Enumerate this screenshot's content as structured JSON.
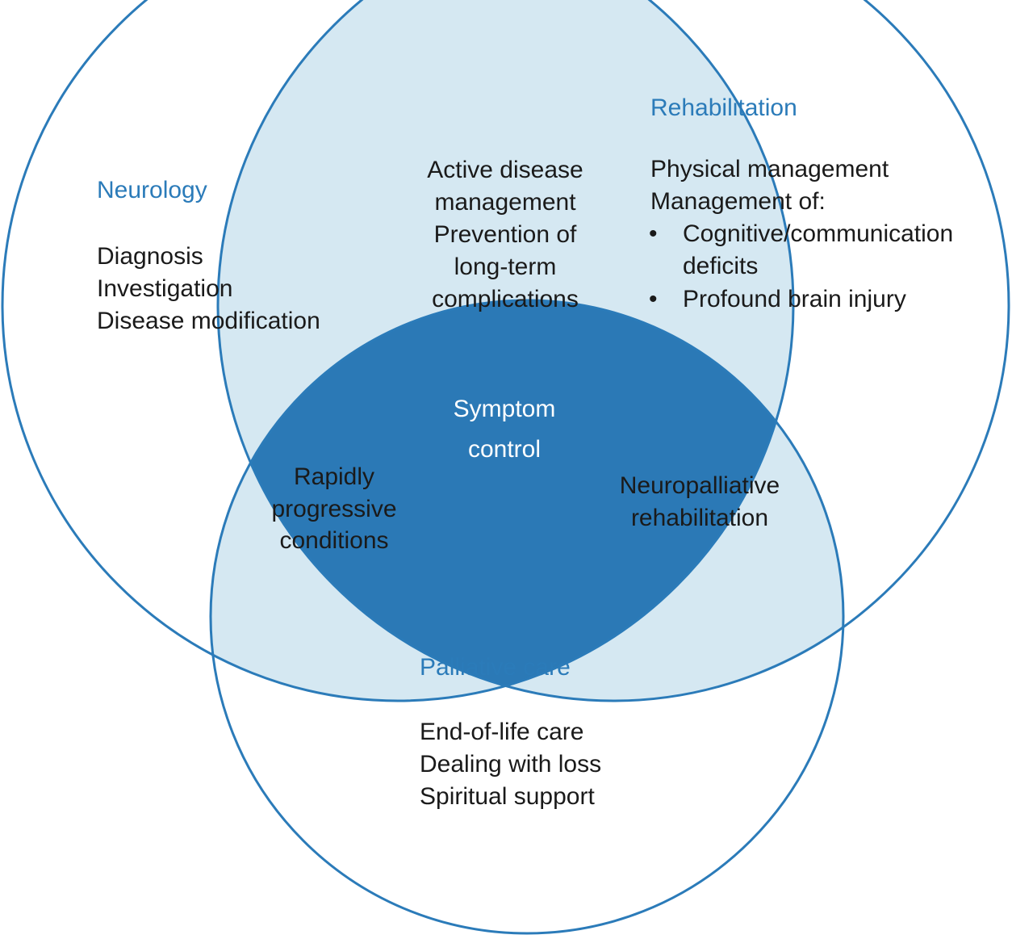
{
  "colors": {
    "circle_stroke": "#2b7bb9",
    "title_text": "#2b7bb9",
    "pair_overlap_fill": "#d5e8f2",
    "triple_overlap_fill": "#2b79b6",
    "body_text": "#1a1a1a",
    "center_text": "#ffffff"
  },
  "neurology": {
    "title": "Neurology",
    "items": [
      "Diagnosis",
      "Investigation",
      "Disease modification"
    ]
  },
  "rehabilitation": {
    "title": "Rehabilitation",
    "lines": [
      "Physical management",
      "Management of:"
    ],
    "bullet_symbol": "•",
    "bullets": [
      [
        "Cognitive/communication",
        "deficits"
      ],
      [
        "Profound brain injury"
      ]
    ]
  },
  "palliative": {
    "title": "Palliative care",
    "items": [
      "End-of-life care",
      "Dealing with loss",
      "Spiritual support"
    ]
  },
  "overlap_neuro_rehab": {
    "lines": [
      "Active disease",
      "management",
      "Prevention of",
      "long-term",
      "complications"
    ]
  },
  "overlap_neuro_palliative": {
    "lines": [
      "Rapidly",
      "progressive",
      "conditions"
    ]
  },
  "overlap_rehab_palliative": {
    "lines": [
      "Neuropalliative",
      "rehabilitation"
    ]
  },
  "center": {
    "lines": [
      "Symptom",
      "control"
    ]
  }
}
